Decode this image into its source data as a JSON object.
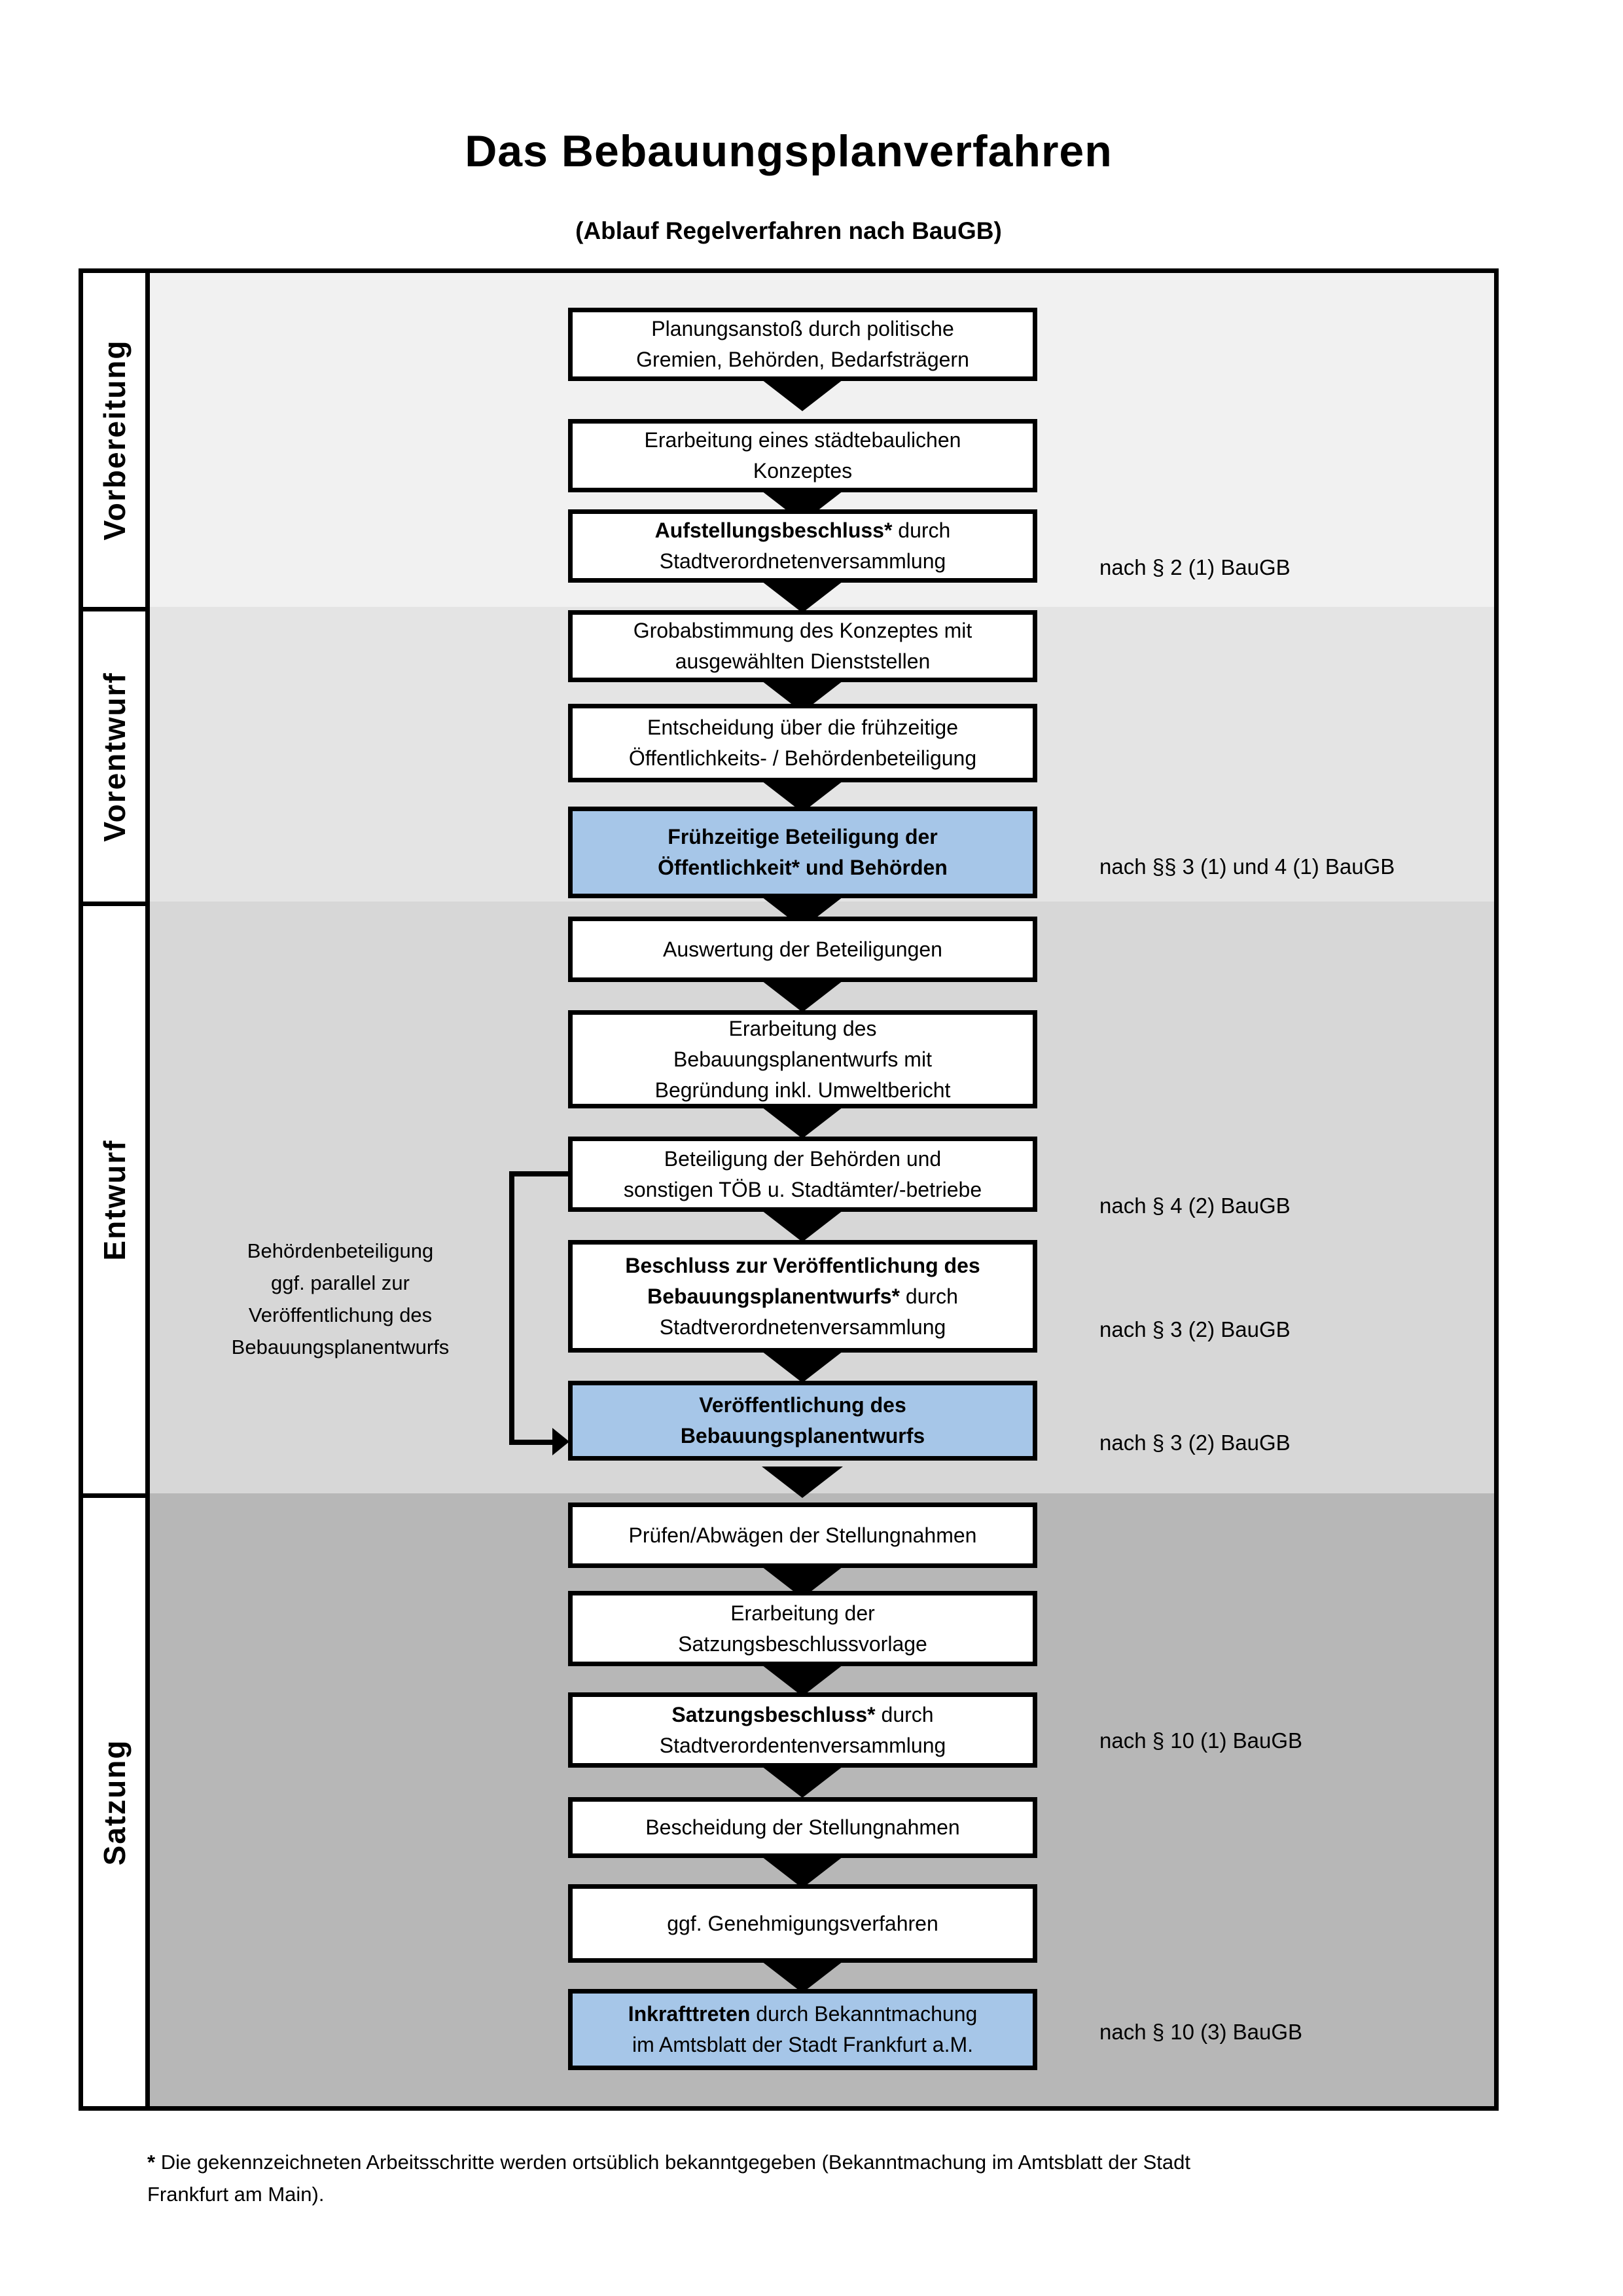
{
  "title": "Das Bebauungsplanverfahren",
  "subtitle": "(Ablauf Regelverfahren nach BauGB)",
  "phases": [
    {
      "label": "Vorbereitung"
    },
    {
      "label": "Vorentwurf"
    },
    {
      "label": "Entwurf"
    },
    {
      "label": "Satzung"
    }
  ],
  "steps": [
    {
      "id": "planungsanstoss",
      "lines": [
        {
          "text": "Planungsanstoß durch politische"
        },
        {
          "text": "Gremien, Behörden, Bedarfsträgern"
        }
      ]
    },
    {
      "id": "staedtebauliches-konzept",
      "lines": [
        {
          "text": "Erarbeitung eines städtebaulichen"
        },
        {
          "text": "Konzeptes"
        }
      ]
    },
    {
      "id": "aufstellungsbeschluss",
      "lines": [
        {
          "bold": "Aufstellungsbeschluss*",
          "text": " durch"
        },
        {
          "text": "Stadtverordnetenversammlung"
        }
      ]
    },
    {
      "id": "grobabstimmung",
      "lines": [
        {
          "text": "Grobabstimmung des Konzeptes mit"
        },
        {
          "text": "ausgewählten Dienststellen"
        }
      ]
    },
    {
      "id": "entscheidung-beteiligung",
      "lines": [
        {
          "text": "Entscheidung über die frühzeitige"
        },
        {
          "text": "Öffentlichkeits- / Behördenbeteiligung"
        }
      ]
    },
    {
      "id": "fruehzeitige-beteiligung",
      "highlighted": true,
      "lines": [
        {
          "bold": "Frühzeitige Beteiligung der"
        },
        {
          "bold": "Öffentlichkeit* und Behörden"
        }
      ]
    },
    {
      "id": "auswertung",
      "lines": [
        {
          "text": "Auswertung der Beteiligungen"
        }
      ]
    },
    {
      "id": "erarbeitung-entwurf",
      "lines": [
        {
          "text": "Erarbeitung des"
        },
        {
          "text": "Bebauungsplanentwurfs mit"
        },
        {
          "text": "Begründung inkl. Umweltbericht"
        }
      ]
    },
    {
      "id": "behoerdenbeteiligung",
      "lines": [
        {
          "text": "Beteiligung der Behörden und"
        },
        {
          "text": "sonstigen TÖB u. Stadtämter/-betriebe"
        }
      ]
    },
    {
      "id": "beschluss-veroeffentlichung",
      "lines": [
        {
          "bold": "Beschluss zur Veröffentlichung des"
        },
        {
          "bold": "Bebauungsplanentwurfs*",
          "text": " durch"
        },
        {
          "text": "Stadtverordnetenversammlung"
        }
      ]
    },
    {
      "id": "veroeffentlichung",
      "highlighted": true,
      "lines": [
        {
          "bold": "Veröffentlichung des"
        },
        {
          "bold": "Bebauungsplanentwurfs"
        }
      ]
    },
    {
      "id": "pruefen-abwaegen",
      "lines": [
        {
          "text": "Prüfen/Abwägen der Stellungnahmen"
        }
      ]
    },
    {
      "id": "satzungsbeschlussvorlage",
      "lines": [
        {
          "text": "Erarbeitung der"
        },
        {
          "text": "Satzungsbeschlussvorlage"
        }
      ]
    },
    {
      "id": "satzungsbeschluss",
      "lines": [
        {
          "bold": "Satzungsbeschluss*",
          "text": " durch"
        },
        {
          "text": "Stadtverordentenversammlung"
        }
      ]
    },
    {
      "id": "bescheidung",
      "lines": [
        {
          "text": "Bescheidung der Stellungnahmen"
        }
      ]
    },
    {
      "id": "genehmigungsverfahren",
      "lines": [
        {
          "text": "ggf. Genehmigungsverfahren"
        }
      ]
    },
    {
      "id": "inkrafttreten",
      "highlighted": true,
      "lines": [
        {
          "bold": "Inkrafttreten",
          "text": " durch Bekanntmachung"
        },
        {
          "text": "im Amtsblatt der Stadt Frankfurt a.M."
        }
      ]
    }
  ],
  "refs": [
    {
      "text": "nach § 2 (1) BauGB"
    },
    {
      "text": "nach §§ 3 (1) und 4 (1) BauGB"
    },
    {
      "text": "nach § 4 (2) BauGB"
    },
    {
      "text": "nach § 3 (2) BauGB"
    },
    {
      "text": "nach § 3 (2) BauGB"
    },
    {
      "text": "nach § 10 (1) BauGB"
    },
    {
      "text": "nach § 10 (3) BauGB"
    }
  ],
  "annotation": {
    "line1": "Behördenbeteiligung",
    "line2": "ggf. parallel zur",
    "line3": "Veröffentlichung des",
    "line4": "Bebauungsplanentwurfs"
  },
  "footnote": {
    "star": "*",
    "line1": " Die gekennzeichneten Arbeitsschritte werden ortsüblich bekanntgegeben (Bekanntmachung im Amtsblatt  der Stadt",
    "line2": "Frankfurt am Main)."
  },
  "colors": {
    "blue_box": "#a6c6e8",
    "section1_bg": "#f1f1f1",
    "section2_bg": "#e4e4e4",
    "section3_bg": "#d7d7d7",
    "section4_bg": "#b7b7b7",
    "border": "#000000"
  }
}
